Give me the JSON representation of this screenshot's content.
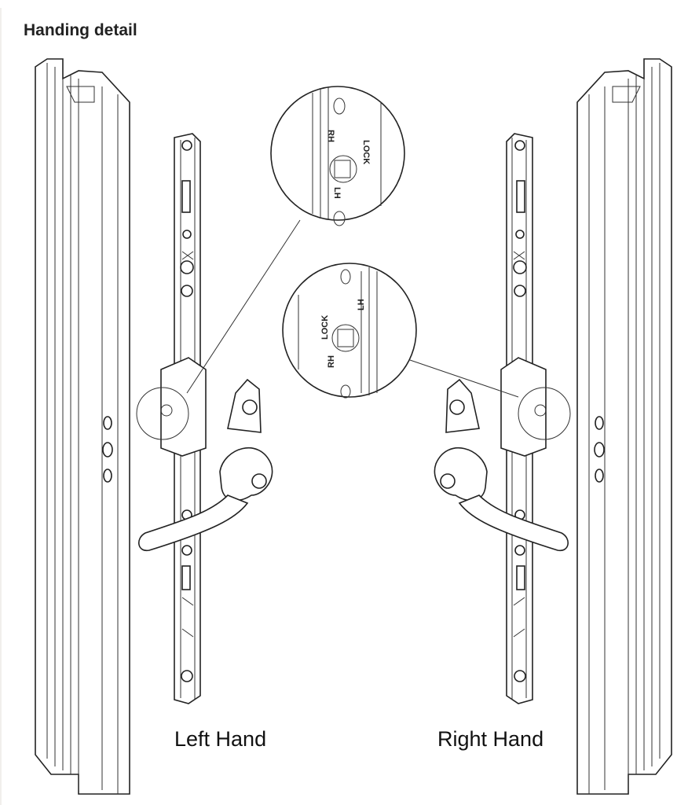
{
  "title": "Handing detail",
  "labels": {
    "left": "Left Hand",
    "right": "Right Hand"
  },
  "detail_top": {
    "rh": "RH",
    "lock": "LOCK",
    "lh": "LH"
  },
  "detail_bottom": {
    "rh": "RH",
    "lock": "LOCK",
    "lh": "LH"
  }
}
